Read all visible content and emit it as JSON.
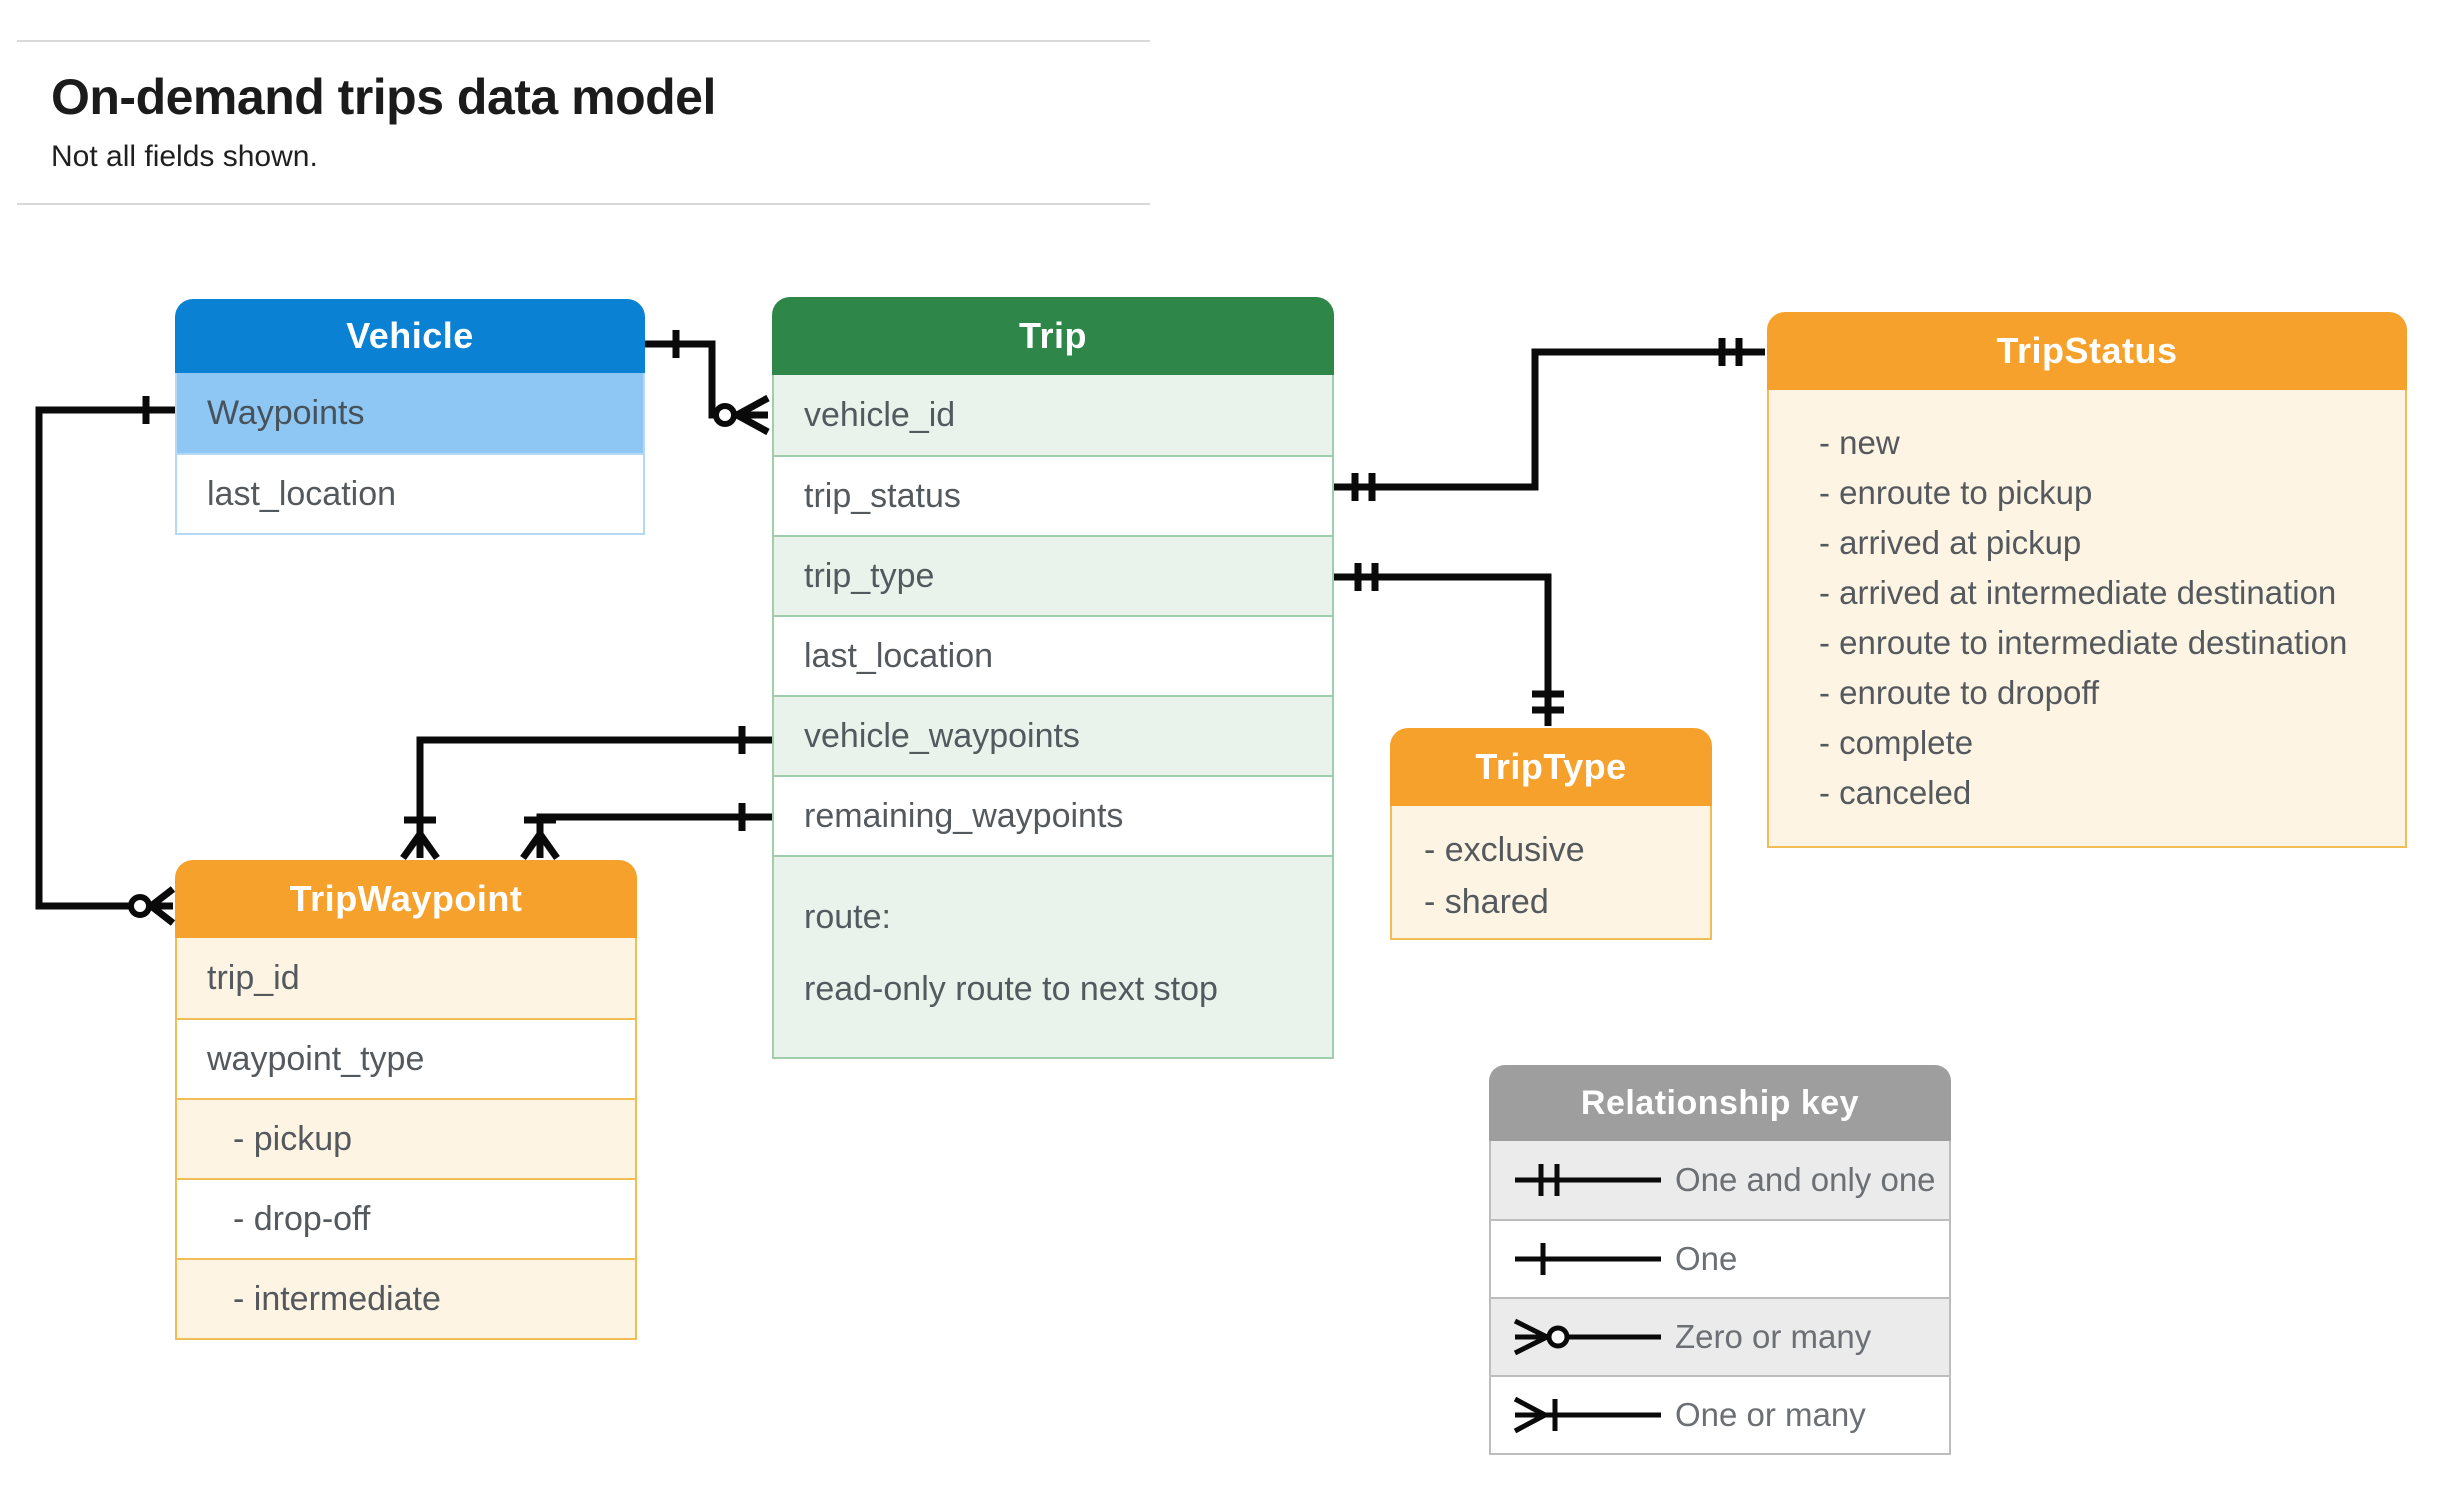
{
  "page": {
    "title": "On-demand trips data model",
    "subtitle": "Not all fields shown."
  },
  "tables": {
    "vehicle": {
      "title": "Vehicle",
      "rows": [
        {
          "label": "Waypoints"
        },
        {
          "label": "last_location"
        }
      ]
    },
    "trip": {
      "title": "Trip",
      "rows": [
        {
          "label": "vehicle_id"
        },
        {
          "label": "trip_status"
        },
        {
          "label": "trip_type"
        },
        {
          "label": "last_location"
        },
        {
          "label": "vehicle_waypoints"
        },
        {
          "label": "remaining_waypoints"
        }
      ],
      "route_row": {
        "line1": "route:",
        "line2": "read-only route to next stop"
      }
    },
    "trip_status": {
      "title": "TripStatus",
      "items": [
        "- new",
        "- enroute to pickup",
        "- arrived at pickup",
        "- arrived at intermediate destination",
        "- enroute to intermediate destination",
        "- enroute to dropoff",
        "- complete",
        "- canceled"
      ]
    },
    "trip_type": {
      "title": "TripType",
      "items": [
        "- exclusive",
        "- shared"
      ]
    },
    "trip_waypoint": {
      "title": "TripWaypoint",
      "rows": [
        {
          "label": "trip_id"
        },
        {
          "label": "waypoint_type"
        },
        {
          "label": "- pickup"
        },
        {
          "label": "- drop-off"
        },
        {
          "label": "- intermediate"
        }
      ]
    }
  },
  "legend": {
    "title": "Relationship key",
    "entries": [
      {
        "symbol": "one-and-only-one",
        "label": "One and only one"
      },
      {
        "symbol": "one",
        "label": "One"
      },
      {
        "symbol": "zero-or-many",
        "label": "Zero or many"
      },
      {
        "symbol": "one-or-many",
        "label": "One or many"
      }
    ]
  },
  "relationships": [
    {
      "from": "Vehicle",
      "to": "Trip.vehicle_id",
      "from_cardinality": "one",
      "to_cardinality": "zero or many"
    },
    {
      "from": "Vehicle.Waypoints",
      "to": "TripWaypoint",
      "from_cardinality": "one",
      "to_cardinality": "zero or many"
    },
    {
      "from": "Trip.trip_status",
      "to": "TripStatus",
      "from_cardinality": "one and only one",
      "to_cardinality": "one and only one"
    },
    {
      "from": "Trip.trip_type",
      "to": "TripType",
      "from_cardinality": "one and only one",
      "to_cardinality": "one and only one"
    },
    {
      "from": "Trip.vehicle_waypoints",
      "to": "TripWaypoint",
      "from_cardinality": "one",
      "to_cardinality": "one or many"
    },
    {
      "from": "Trip.remaining_waypoints",
      "to": "TripWaypoint",
      "from_cardinality": "one",
      "to_cardinality": "one or many"
    }
  ],
  "colors": {
    "vehicle_header": "#0b81d3",
    "vehicle_highlight_row": "#8ec7f3",
    "trip_header": "#2e8749",
    "trip_alt_row": "#e9f3ec",
    "orange_header": "#f6a12b",
    "orange_body": "#fdf4e3",
    "legend_header": "#9e9e9e",
    "legend_alt_row": "#ebebeb",
    "connector": "#000000",
    "row_text": "#54595e"
  }
}
